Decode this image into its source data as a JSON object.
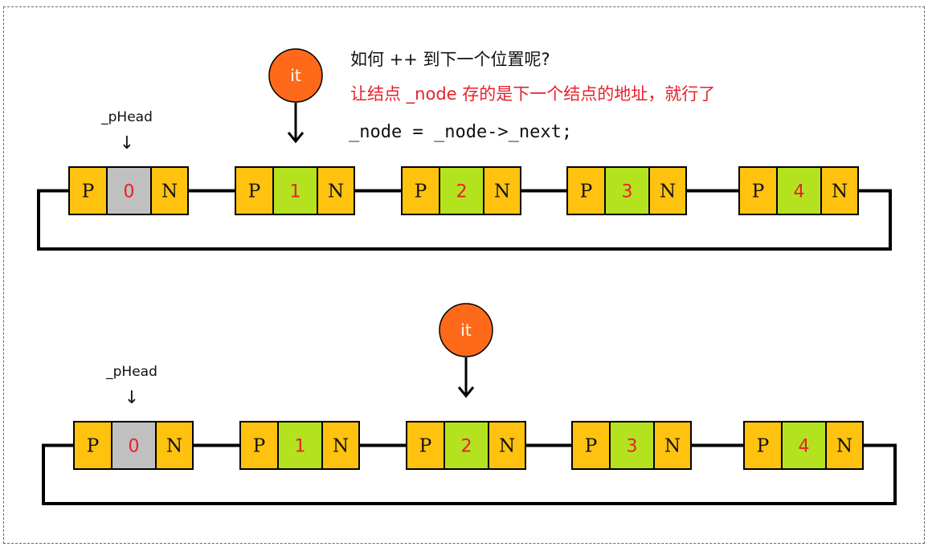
{
  "annotation": {
    "question": "如何 ++ 到下一个位置呢?",
    "answer": "让结点 _node 存的是下一个结点的地址，就行了",
    "code": "_node = _node->_next;"
  },
  "colors": {
    "cell_orange": "#ffc20e",
    "cell_head_gray": "#c0c0c0",
    "cell_green": "#b4e21f",
    "iterator_fill": "#ff6a1a",
    "number_red": "#e8202a"
  },
  "lists": [
    {
      "head_label": "_pHead",
      "head_arrow": "↓",
      "iterator_label": "it",
      "iterator_at_node": 1,
      "nodes": [
        {
          "prev": "P",
          "value": "0",
          "next": "N",
          "is_head": true
        },
        {
          "prev": "P",
          "value": "1",
          "next": "N",
          "is_head": false
        },
        {
          "prev": "P",
          "value": "2",
          "next": "N",
          "is_head": false
        },
        {
          "prev": "P",
          "value": "3",
          "next": "N",
          "is_head": false
        },
        {
          "prev": "P",
          "value": "4",
          "next": "N",
          "is_head": false
        }
      ]
    },
    {
      "head_label": "_pHead",
      "head_arrow": "↓",
      "iterator_label": "it",
      "iterator_at_node": 2,
      "nodes": [
        {
          "prev": "P",
          "value": "0",
          "next": "N",
          "is_head": true
        },
        {
          "prev": "P",
          "value": "1",
          "next": "N",
          "is_head": false
        },
        {
          "prev": "P",
          "value": "2",
          "next": "N",
          "is_head": false
        },
        {
          "prev": "P",
          "value": "3",
          "next": "N",
          "is_head": false
        },
        {
          "prev": "P",
          "value": "4",
          "next": "N",
          "is_head": false
        }
      ]
    }
  ]
}
